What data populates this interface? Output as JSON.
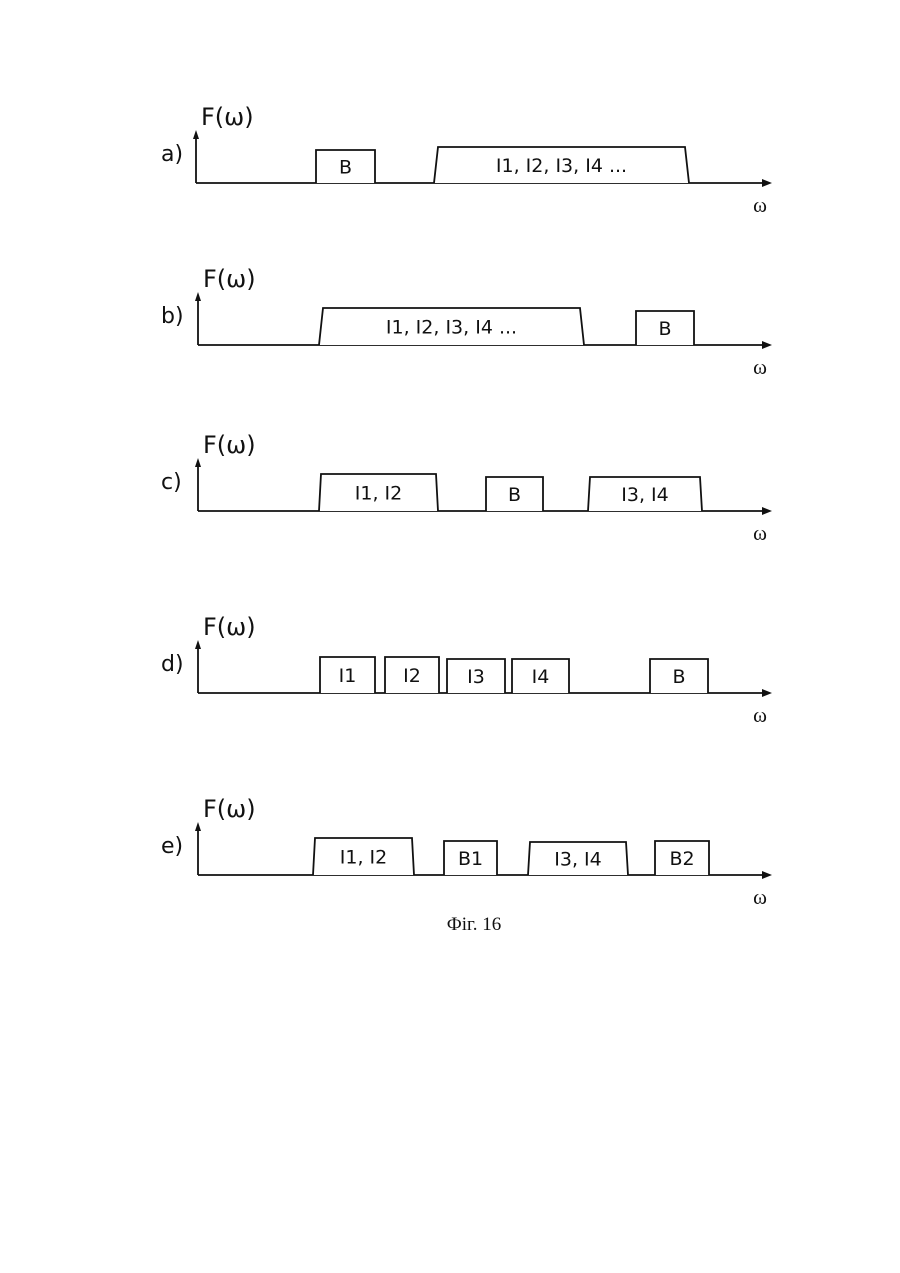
{
  "ylabel": "F(ω)",
  "xlabel": "ω",
  "caption": "Фіг. 16",
  "panels": [
    {
      "label": "a)",
      "bands": [
        {
          "text": "B",
          "shape": "rect"
        },
        {
          "text": "I1, I2, I3, I4 ...",
          "shape": "trapezoid"
        }
      ]
    },
    {
      "label": "b)",
      "bands": [
        {
          "text": "I1, I2, I3, I4 ...",
          "shape": "trapezoid"
        },
        {
          "text": "B",
          "shape": "rect"
        }
      ]
    },
    {
      "label": "c)",
      "bands": [
        {
          "text": "I1, I2",
          "shape": "trapezoid"
        },
        {
          "text": "B",
          "shape": "rect"
        },
        {
          "text": "I3, I4",
          "shape": "trapezoid"
        }
      ]
    },
    {
      "label": "d)",
      "bands": [
        {
          "text": "I1",
          "shape": "rect"
        },
        {
          "text": "I2",
          "shape": "rect"
        },
        {
          "text": "I3",
          "shape": "rect"
        },
        {
          "text": "I4",
          "shape": "rect"
        },
        {
          "text": "B",
          "shape": "rect"
        }
      ]
    },
    {
      "label": "e)",
      "bands": [
        {
          "text": "I1, I2",
          "shape": "trapezoid"
        },
        {
          "text": "B1",
          "shape": "rect"
        },
        {
          "text": "I3, I4",
          "shape": "trapezoid"
        },
        {
          "text": "B2",
          "shape": "rect"
        }
      ]
    }
  ]
}
